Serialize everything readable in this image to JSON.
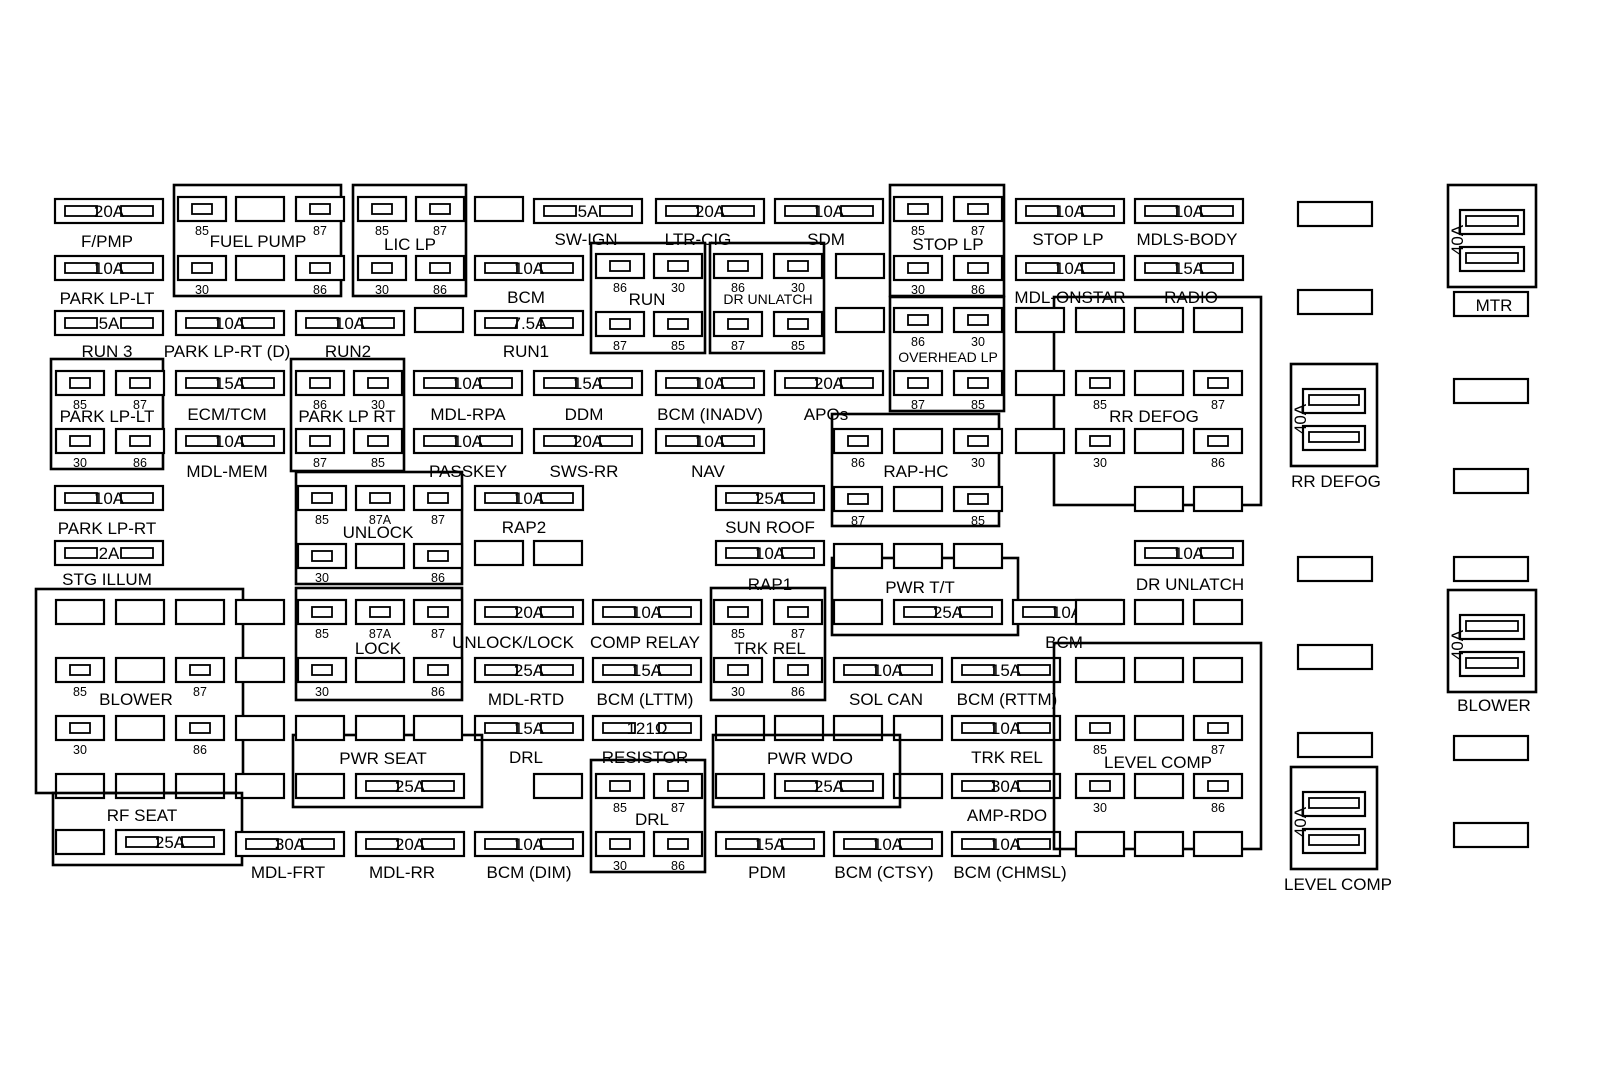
{
  "diagram": {
    "fuses": [
      {
        "ampere": "20A",
        "label": "F/PMP"
      },
      {
        "ampere": "10A",
        "label": "PARK LP-LT"
      },
      {
        "ampere": "5A",
        "label": "RUN 3"
      },
      {
        "ampere": "10A",
        "label": "PARK LP-RT (D)"
      },
      {
        "ampere": "10A",
        "label": "RUN2"
      },
      {
        "ampere": "15A",
        "label": "ECM/TCM"
      },
      {
        "ampere": "10A",
        "label": "MDL-MEM"
      },
      {
        "ampere": "10A",
        "label": "PARK LP-RT"
      },
      {
        "ampere": "2A",
        "label": "STG ILLUM"
      },
      {
        "ampere": "5A",
        "label": "SW-IGN"
      },
      {
        "ampere": "20A",
        "label": "LTR-CIG"
      },
      {
        "ampere": "10A",
        "label": "SDM"
      },
      {
        "ampere": "10A",
        "label": "BCM"
      },
      {
        "ampere": "7.5A",
        "label": "RUN1"
      },
      {
        "ampere": "10A",
        "label": "MDL-RPA"
      },
      {
        "ampere": "15A",
        "label": "DDM"
      },
      {
        "ampere": "10A",
        "label": "BCM (INADV)"
      },
      {
        "ampere": "20A",
        "label": "APOs"
      },
      {
        "ampere": "10A",
        "label": "PASSKEY"
      },
      {
        "ampere": "20A",
        "label": "SWS-RR"
      },
      {
        "ampere": "10A",
        "label": "NAV"
      },
      {
        "ampere": "10A",
        "label": "RAP2"
      },
      {
        "ampere": "25A",
        "label": "SUN ROOF"
      },
      {
        "ampere": "10A",
        "label": "RAP1"
      },
      {
        "ampere": "10A",
        "label": "STOP LP"
      },
      {
        "ampere": "10A",
        "label": "MDLS-BODY"
      },
      {
        "ampere": "10A",
        "label": "MDL-ONSTAR"
      },
      {
        "ampere": "15A",
        "label": "RADIO"
      },
      {
        "ampere": "10A",
        "label": "DR UNLATCH"
      },
      {
        "ampere": "20A",
        "label": "UNLOCK/LOCK"
      },
      {
        "ampere": "10A",
        "label": "COMP RELAY"
      },
      {
        "ampere": "25A",
        "label": "MDL-RTD"
      },
      {
        "ampere": "15A",
        "label": "BCM (LTTM)"
      },
      {
        "ampere": "15A",
        "label": "DRL"
      },
      {
        "ampere": "121Ω",
        "label": "RESISTOR"
      },
      {
        "ampere": "10A",
        "label": "SOL CAN"
      },
      {
        "ampere": "15A",
        "label": "BCM (RTTM)"
      },
      {
        "ampere": "10A",
        "label": "TRK REL"
      },
      {
        "ampere": "30A",
        "label": "AMP-RDO"
      },
      {
        "ampere": "10A",
        "label": "BCM"
      },
      {
        "ampere": "30A",
        "label": "MDL-FRT"
      },
      {
        "ampere": "20A",
        "label": "MDL-RR"
      },
      {
        "ampere": "10A",
        "label": "BCM (DIM)"
      },
      {
        "ampere": "15A",
        "label": "PDM"
      },
      {
        "ampere": "10A",
        "label": "BCM (CTSY)"
      },
      {
        "ampere": "10A",
        "label": "BCM (CHMSL)"
      },
      {
        "ampere": "25A",
        "label": "PWR SEAT"
      },
      {
        "ampere": "25A",
        "label": "PWR WDO"
      },
      {
        "ampere": "25A",
        "label": "PWR T/T"
      },
      {
        "ampere": "25A",
        "label": "RF SEAT"
      }
    ],
    "relays": [
      {
        "label": "FUEL PUMP",
        "pins": [
          "85",
          "87",
          "30",
          "86"
        ]
      },
      {
        "label": "LIC LP",
        "pins": [
          "85",
          "87",
          "30",
          "86"
        ]
      },
      {
        "label": "RUN",
        "pins": [
          "86",
          "30",
          "87",
          "85"
        ]
      },
      {
        "label": "DR UNLATCH",
        "pins": [
          "86",
          "30",
          "87",
          "85"
        ]
      },
      {
        "label": "STOP LP",
        "pins": [
          "85",
          "87",
          "30",
          "86"
        ]
      },
      {
        "label": "OVERHEAD LP",
        "pins": [
          "86",
          "30",
          "87",
          "85"
        ]
      },
      {
        "label": "PARK LP-LT",
        "pins": [
          "85",
          "87",
          "30",
          "86"
        ]
      },
      {
        "label": "PARK LP RT",
        "pins": [
          "86",
          "30",
          "87",
          "85"
        ]
      },
      {
        "label": "UNLOCK",
        "pins": [
          "85",
          "87A",
          "87",
          "30",
          "86"
        ]
      },
      {
        "label": "LOCK",
        "pins": [
          "85",
          "87A",
          "87",
          "30",
          "86"
        ]
      },
      {
        "label": "RAP-HC",
        "pins": [
          "86",
          "30",
          "87",
          "85"
        ]
      },
      {
        "label": "RR DEFOG",
        "pins": [
          "85",
          "87",
          "30",
          "86"
        ]
      },
      {
        "label": "BLOWER",
        "pins": [
          "85",
          "87",
          "30",
          "86"
        ]
      },
      {
        "label": "TRK REL",
        "pins": [
          "85",
          "87",
          "30",
          "86"
        ]
      },
      {
        "label": "DRL",
        "pins": [
          "85",
          "87",
          "30",
          "86"
        ]
      },
      {
        "label": "LEVEL COMP",
        "pins": [
          "85",
          "87",
          "30",
          "86"
        ]
      }
    ],
    "maxi_fuses": [
      {
        "ampere": "40A",
        "label": "MTR"
      },
      {
        "ampere": "40A",
        "label": "RR DEFOG"
      },
      {
        "ampere": "40A",
        "label": "BLOWER"
      },
      {
        "ampere": "40A",
        "label": "LEVEL COMP"
      }
    ]
  }
}
